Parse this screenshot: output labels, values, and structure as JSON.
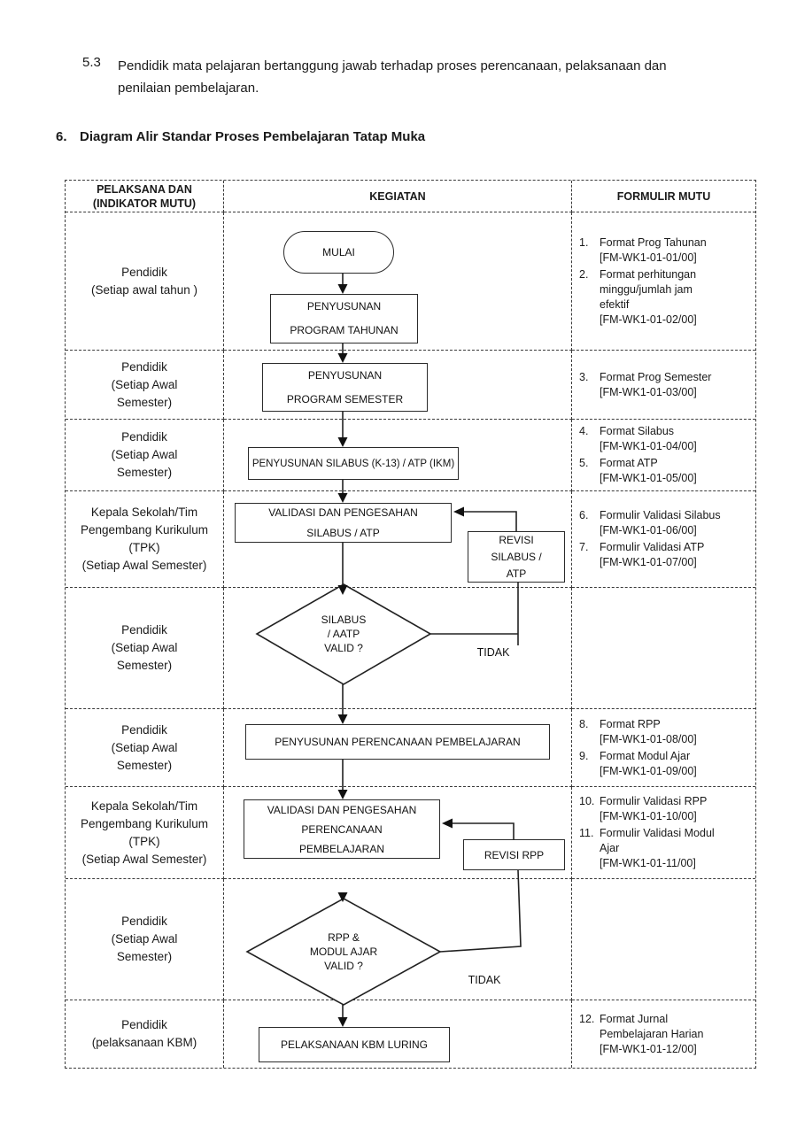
{
  "intro": {
    "number": "5.3",
    "text": "Pendidik mata pelajaran bertanggung jawab terhadap proses perencanaan, pelaksanaan dan\npenilaian pembelajaran."
  },
  "heading": {
    "number": "6.",
    "text": "Diagram Alir Standar Proses Pembelajaran Tatap Muka"
  },
  "table": {
    "header": {
      "pelaksana": "PELAKSANA DAN\n(INDIKATOR MUTU)",
      "kegiatan": "KEGIATAN",
      "formulir": "FORMULIR MUTU"
    },
    "rows": [
      {
        "pelaksana": "Pendidik\n(Setiap awal tahun )",
        "formulir": [
          {
            "num": "1.",
            "text": "Format Prog Tahunan\n[FM-WK1-01-01/00]"
          },
          {
            "num": "2.",
            "text": "Format perhitungan\nminggu/jumlah jam\nefektif\n[FM-WK1-01-02/00]"
          }
        ]
      },
      {
        "pelaksana": "Pendidik\n(Setiap Awal\nSemester)",
        "formulir": [
          {
            "num": "3.",
            "text": "Format Prog Semester\n[FM-WK1-01-03/00]"
          }
        ]
      },
      {
        "pelaksana": "Pendidik\n(Setiap Awal\nSemester)",
        "formulir": [
          {
            "num": "4.",
            "text": "Format Silabus\n[FM-WK1-01-04/00]"
          },
          {
            "num": "5.",
            "text": "Format ATP\n[FM-WK1-01-05/00]"
          }
        ]
      },
      {
        "pelaksana": "Kepala Sekolah/Tim\nPengembang Kurikulum\n(TPK)\n(Setiap Awal Semester)",
        "formulir": [
          {
            "num": "6.",
            "text": "Formulir Validasi Silabus\n[FM-WK1-01-06/00]"
          },
          {
            "num": "7.",
            "text": "Formulir Validasi ATP\n[FM-WK1-01-07/00]"
          }
        ]
      },
      {
        "pelaksana": "Pendidik\n(Setiap Awal\nSemester)",
        "formulir": []
      },
      {
        "pelaksana": "Pendidik\n(Setiap Awal\nSemester)",
        "formulir": [
          {
            "num": "8.",
            "text": "Format RPP\n[FM-WK1-01-08/00]"
          },
          {
            "num": "9.",
            "text": "Format Modul Ajar\n[FM-WK1-01-09/00]"
          }
        ]
      },
      {
        "pelaksana": "Kepala Sekolah/Tim\nPengembang Kurikulum\n(TPK)\n(Setiap Awal Semester)",
        "formulir": [
          {
            "num": "10.",
            "text": "Formulir Validasi RPP\n[FM-WK1-01-10/00]"
          },
          {
            "num": "11.",
            "text": "Formulir Validasi Modul\nAjar\n[FM-WK1-01-11/00]"
          }
        ]
      },
      {
        "pelaksana": "Pendidik\n(Setiap Awal\nSemester)",
        "formulir": []
      },
      {
        "pelaksana": "Pendidik\n(pelaksanaan KBM)",
        "formulir": [
          {
            "num": "12.",
            "text": "Format Jurnal\nPembelajaran Harian\n[FM-WK1-01-12/00]"
          }
        ]
      }
    ]
  },
  "flow": {
    "mulai": "MULAI",
    "penyusunan_prog_tahunan": "PENYUSUNAN\nPROGRAM TAHUNAN",
    "penyusunan_prog_semester": "PENYUSUNAN\nPROGRAM SEMESTER",
    "penyusunan_silabus": "PENYUSUNAN SILABUS (K-13) / ATP (IKM)",
    "validasi_silabus": "VALIDASI DAN PENGESAHAN\nSILABUS / ATP",
    "revisi_silabus": "REVISI\nSILABUS /\nATP",
    "keputusan_silabus": "SILABUS\n/ AATP\nVALID ?",
    "tidak_1": "TIDAK",
    "penyusunan_perencanaan": "PENYUSUNAN PERENCANAAN PEMBELAJARAN",
    "validasi_perencanaan": "VALIDASI DAN PENGESAHAN\nPERENCANAAN\nPEMBELAJARAN",
    "revisi_rpp": "REVISI RPP",
    "keputusan_rpp": "RPP &\nMODUL AJAR\nVALID ?",
    "tidak_2": "TIDAK",
    "pelaksanaan_kbm": "PELAKSANAAN KBM LURING"
  },
  "colors": {
    "ink": "#1a1a1a",
    "border": "#3a3a3a",
    "background": "#ffffff"
  }
}
